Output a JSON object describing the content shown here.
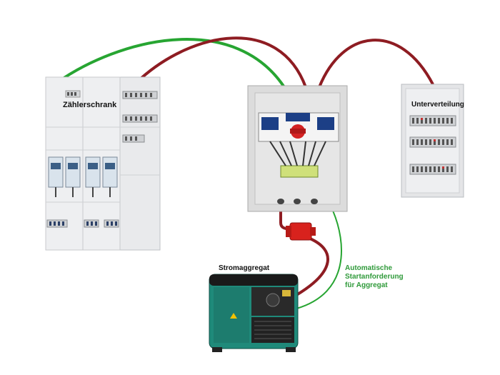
{
  "labels": {
    "meter_cabinet": "Zählerschrank",
    "sub_distribution": "Unterverteilung",
    "generator": "Stromaggregat",
    "auto_start_line1": "Automatische",
    "auto_start_line2": "Startanforderung",
    "auto_start_line3": "für Aggregat"
  },
  "colors": {
    "green_wire": "#27a532",
    "red_wire": "#8e1c22",
    "plug_red": "#d8221d",
    "generator_body": "#1f8a7a"
  },
  "icons": {
    "meter_cabinet": "electrical-cabinet",
    "transfer_switch": "transfer-switch-box",
    "sub_distribution": "distribution-board",
    "plug": "cee-plug",
    "generator": "inverter-generator"
  }
}
